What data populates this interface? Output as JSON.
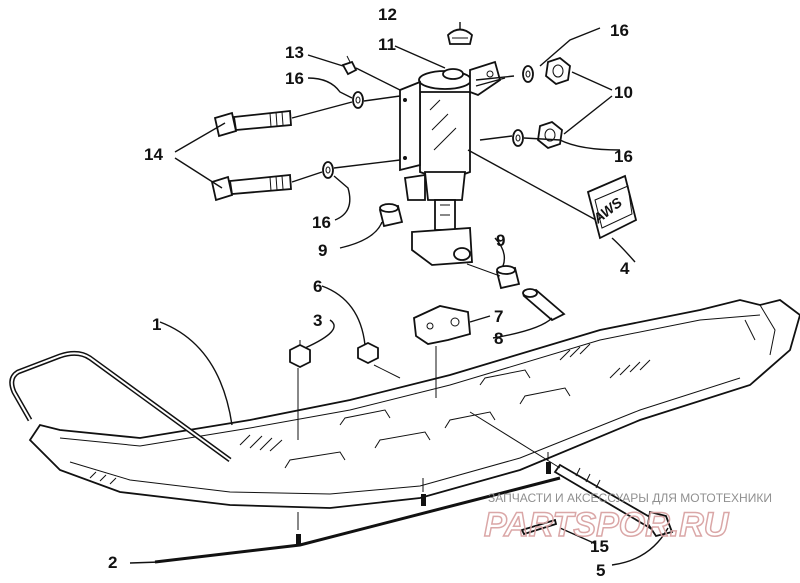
{
  "callouts": {
    "c1": "1",
    "c2": "2",
    "c3": "3",
    "c4": "4",
    "c5": "5",
    "c6": "6",
    "c7": "7",
    "c8": "8",
    "c9a": "9",
    "c9b": "9",
    "c10": "10",
    "c11": "11",
    "c12": "12",
    "c13": "13",
    "c14": "14",
    "c15": "15",
    "c16a": "16",
    "c16b": "16",
    "c16c": "16",
    "c16d": "16"
  },
  "badge": {
    "text": "AWS"
  },
  "watermark": {
    "caption": "ЗАПЧАСТИ И АКСЕССУАРЫ ДЛЯ МОТОТЕХНИКИ",
    "logo": "PARTSPOR.RU"
  }
}
